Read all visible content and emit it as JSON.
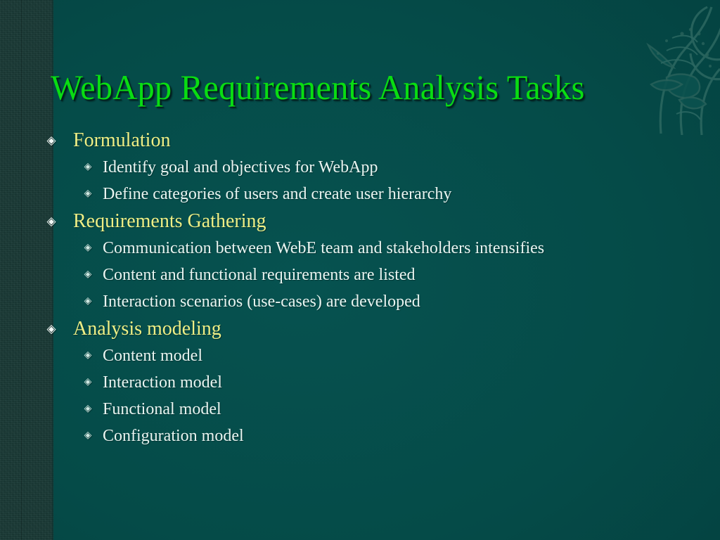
{
  "slide": {
    "title": "WebApp Requirements Analysis Tasks",
    "bullet_glyph_level1": "◈",
    "bullet_glyph_level2": "◈",
    "colors": {
      "background": "#054b48",
      "left_band": "#1b3b37",
      "title_text": "#09dd12",
      "level1_text": "#eeef86",
      "level2_text": "#e9f5f1",
      "ornament": "#2f6a63"
    },
    "groups": [
      {
        "heading": "Formulation",
        "items": [
          "Identify goal and objectives for WebApp",
          "Define categories of users and create user hierarchy"
        ]
      },
      {
        "heading": "Requirements Gathering",
        "items": [
          "Communication between WebE team and stakeholders intensifies",
          "Content and functional requirements are listed",
          "Interaction scenarios (use-cases) are developed"
        ]
      },
      {
        "heading": "Analysis modeling",
        "items": [
          "Content model",
          "Interaction model",
          "Functional model",
          "Configuration model"
        ]
      }
    ]
  }
}
